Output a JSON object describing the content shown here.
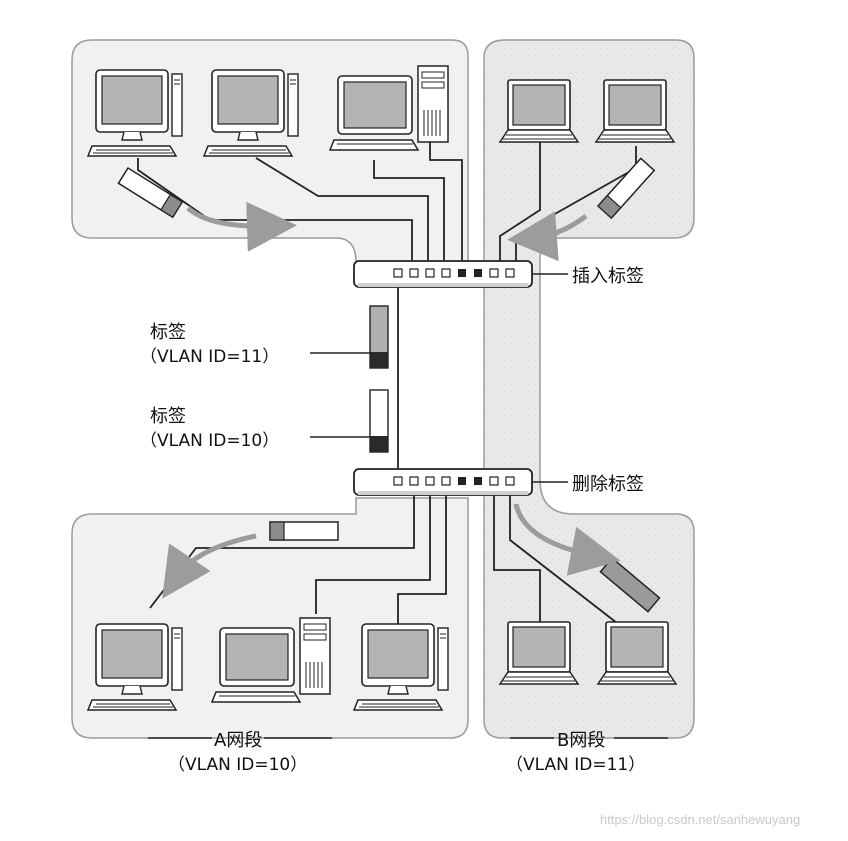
{
  "labels": {
    "insert_tag": "插入标签",
    "remove_tag": "删除标签",
    "tag_11_title": "标签",
    "tag_11_vlan": "（VLAN ID=11）",
    "tag_10_title": "标签",
    "tag_10_vlan": "（VLAN ID=10）",
    "segment_a_title": "A网段",
    "segment_a_vlan": "（VLAN ID=10）",
    "segment_b_title": "B网段",
    "segment_b_vlan": "（VLAN ID=11）"
  },
  "watermark": "https://blog.csdn.net/sanhewuyang",
  "colors": {
    "region_fill": "#f1f1f1",
    "region_b_fill": "#e9e9e9",
    "region_stroke": "#9a9a9a",
    "line": "#222222",
    "arrow": "#9c9c9c",
    "screen": "#b4b4b4"
  },
  "icons": {
    "desktop": "desktop-computer-icon",
    "tower": "tower-computer-icon",
    "laptop": "laptop-icon",
    "switch": "network-switch-icon",
    "frame": "ethernet-frame-icon"
  }
}
